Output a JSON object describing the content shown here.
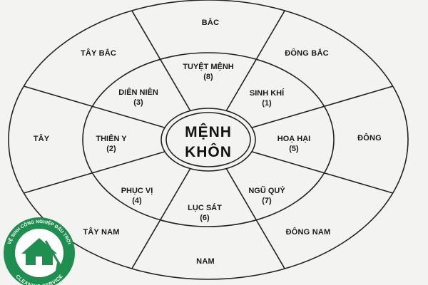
{
  "diagram": {
    "center": {
      "line1": "MỆNH",
      "line2": "KHÔN"
    },
    "outer_ring": {
      "north": "BẮC",
      "northeast": "ĐÔNG BẮC",
      "east": "ĐÔNG",
      "southeast": "ĐÔNG NAM",
      "south": "NAM",
      "southwest": "TÂY NAM",
      "west": "TÂY",
      "northwest": "TÂY BẮC"
    },
    "inner_ring": {
      "north": {
        "name": "TUYỆT MỆNH",
        "number": "(8)"
      },
      "northeast": {
        "name": "SINH KHÍ",
        "number": "(1)"
      },
      "east": {
        "name": "HOẠ HẠI",
        "number": "(5)"
      },
      "southeast": {
        "name": "NGŨ QUỶ",
        "number": "(7)"
      },
      "south": {
        "name": "LỤC SÁT",
        "number": "(6)"
      },
      "southwest": {
        "name": "PHỤC VỊ",
        "number": "(4)"
      },
      "west": {
        "name": "THIÊN Y",
        "number": "(2)"
      },
      "northwest": {
        "name": "DIÊN NIÊN",
        "number": "(3)"
      }
    }
  },
  "logo": {
    "top_text": "VỆ SINH CÔNG NGHIỆP ĐẤU TRỜI",
    "bottom_text": "CLEANING SERVICE",
    "colors": {
      "ring": "#1f8f50",
      "inner": "#ffffff",
      "text": "#ffffff"
    }
  }
}
